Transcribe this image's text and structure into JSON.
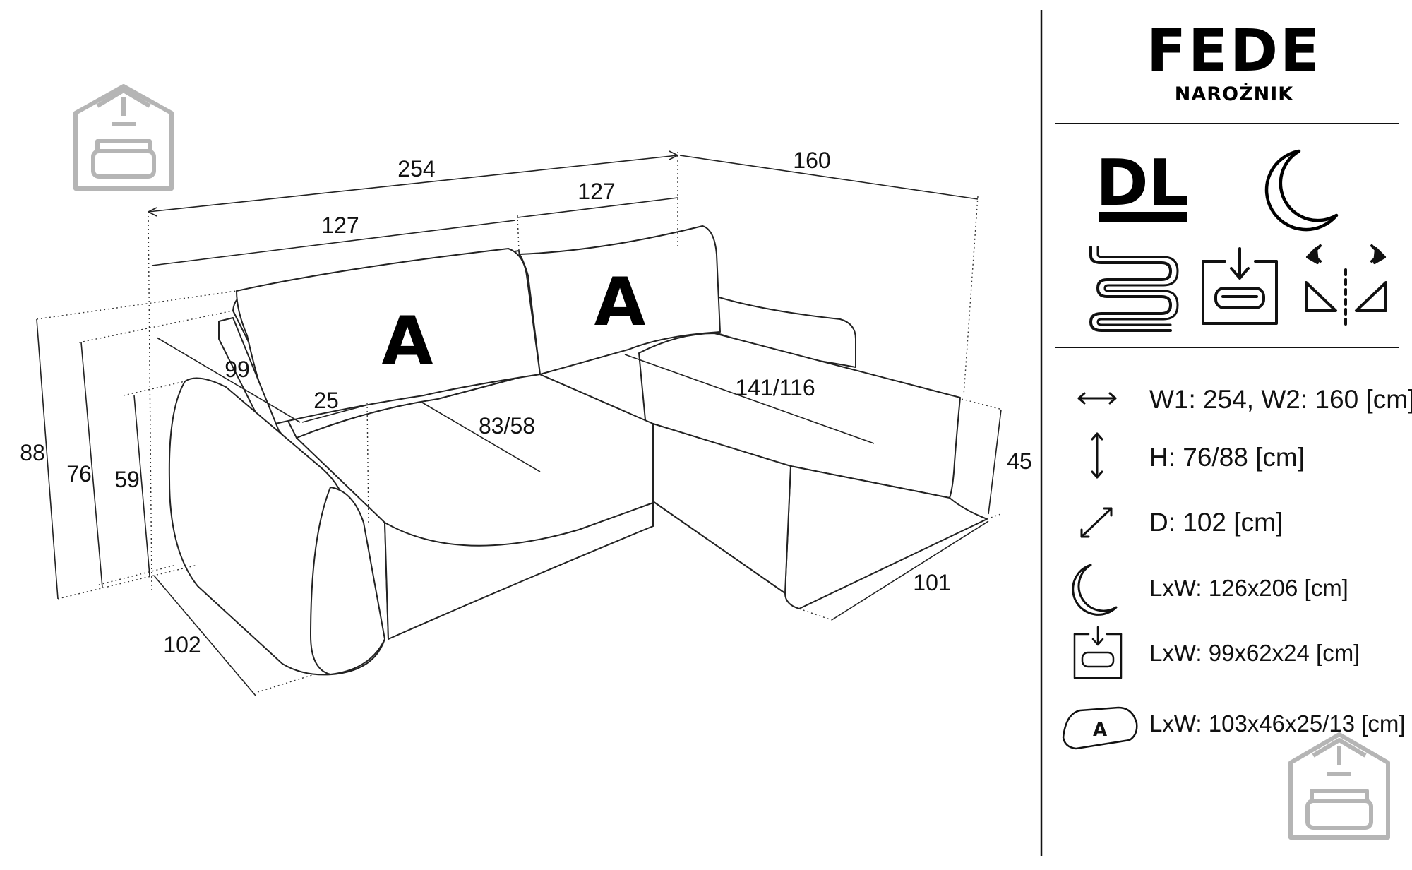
{
  "product": {
    "name": "FEDE",
    "type": "NAROŻNIK"
  },
  "drawing": {
    "overall_width": "254",
    "corner_width": "160",
    "section_left_width": "127",
    "section_right_width": "127",
    "height_total": "88",
    "height_back": "76",
    "height_arm": "59",
    "depth_arm": "99",
    "arm_width": "25",
    "seat_depth": "83/58",
    "chaise_length": "141/116",
    "chaise_height": "45",
    "chaise_width": "101",
    "depth_total": "102",
    "pillow_left": "A",
    "pillow_right": "A"
  },
  "features": {
    "orientation_label": "DL",
    "icons": [
      "sleep-function-moon-icon",
      "spring-seat-icon",
      "storage-container-icon",
      "reversible-corner-icon"
    ]
  },
  "specs": [
    {
      "icon": "width-arrows-icon",
      "text": "W1: 254, W2: 160 [cm]"
    },
    {
      "icon": "height-arrows-icon",
      "text": "H: 76/88 [cm]"
    },
    {
      "icon": "depth-arrows-icon",
      "text": "D: 102 [cm]"
    },
    {
      "icon": "moon-icon",
      "text": "LxW: 126x206 [cm]"
    },
    {
      "icon": "storage-icon",
      "text": "LxW: 99x62x24 [cm]"
    },
    {
      "icon": "pillow-a-icon",
      "text": "LxW: 103x46x25/13 [cm]",
      "badge": "A"
    }
  ]
}
